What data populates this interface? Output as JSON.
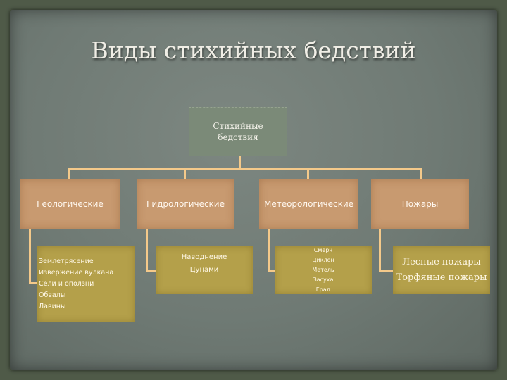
{
  "title": "Виды стихийных бедствий",
  "root": {
    "line1": "Стихийные",
    "line2": "бедствия"
  },
  "categories": [
    {
      "label": "Геологические",
      "items": [
        "Землетрясение",
        "Извержение вулкана",
        "Сели и оползни",
        "Обвалы",
        "Лавины"
      ]
    },
    {
      "label": "Гидрологические",
      "items": [
        "Наводнение",
        "Цунами"
      ]
    },
    {
      "label": "Метеорологические",
      "items": [
        "Смерч",
        "Циклон",
        "Метель",
        "Засуха",
        "Град"
      ]
    },
    {
      "label": "Пожары",
      "items": [
        "Лесные пожары",
        "Торфяные пожары"
      ]
    }
  ]
}
